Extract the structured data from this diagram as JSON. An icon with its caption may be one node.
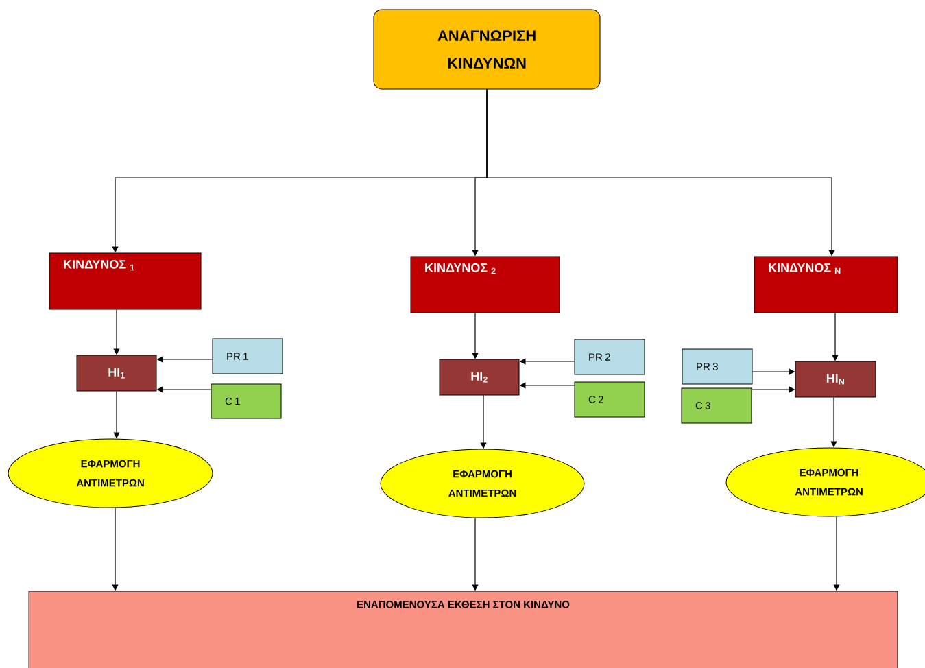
{
  "diagram": {
    "nodes": [
      {
        "text": [
          "ΑΝΑΓΝΩΡΙΣΗ ΚΙΝΔΥΝΩΝ"
        ]
      },
      {
        "text": [
          "ΚΙΝΔΥΝΟΣ $_{1}$"
        ]
      },
      {
        "text": [
          "ΚΙΝΔΥΝΟΣ $_{2}$"
        ]
      },
      {
        "text": [
          "ΚΙΝΔΥΝΟΣ $_{N}$"
        ]
      },
      {
        "text": [
          "HI$_{1}$"
        ]
      },
      {
        "text": [
          "PR 1"
        ]
      },
      {
        "text": [
          "C 1"
        ]
      },
      {
        "text": [
          "ΕΦΑΡΜΟΓΗ ΑΝΤΙΜΕΤΡΩΝ"
        ]
      },
      {
        "text": [
          "HI$_{2}$"
        ]
      },
      {
        "text": [
          "PR 2"
        ]
      },
      {
        "text": [
          "C 2"
        ]
      },
      {
        "text": [
          "ΕΦΑΡΜΟΓΗ ΑΝΤΙΜΕΤΡΩΝ"
        ]
      },
      {
        "text": [
          "PR 3"
        ]
      },
      {
        "text": [
          "C 3"
        ]
      },
      {
        "text": [
          "HI$_{N}$"
        ]
      },
      {
        "text": [
          "ΕΦΑΡΜΟΓΗ ΑΝΤΙΜΕΤΡΩΝ"
        ]
      },
      {
        "text": [
          "ΕΝΑΠΟΜΕΝΟΥΣΑ ΕΚΘΕΣΗ ΣΤΟΝ ΚΙΝΔΥΝΟ"
        ]
      }
    ],
    "edges": [
      {
        "from": 0,
        "to": 1,
        "arrow": "to"
      },
      {
        "from": 0,
        "to": 2,
        "arrow": "to"
      },
      {
        "from": 0,
        "to": 3,
        "arrow": "to"
      },
      {
        "from": 1,
        "to": 4,
        "arrow": "to"
      },
      {
        "from": 5,
        "to": 4,
        "arrow": "to"
      },
      {
        "from": 6,
        "to": 4,
        "arrow": "to"
      },
      {
        "from": 4,
        "to": 7,
        "arrow": "to"
      },
      {
        "from": 2,
        "to": 8,
        "arrow": "to"
      },
      {
        "from": 9,
        "to": 8,
        "arrow": "to"
      },
      {
        "from": 10,
        "to": 8,
        "arrow": "to"
      },
      {
        "from": 8,
        "to": 11,
        "arrow": "to"
      },
      {
        "from": 12,
        "to": 14,
        "arrow": "to"
      },
      {
        "from": 13,
        "to": 14,
        "arrow": "to"
      },
      {
        "from": 3,
        "to": 14,
        "arrow": "to"
      },
      {
        "from": 14,
        "to": 15,
        "arrow": "to"
      },
      {
        "from": 7,
        "to": 16,
        "arrow": "to"
      },
      {
        "from": 11,
        "to": 16,
        "arrow": "to"
      },
      {
        "from": 15,
        "to": 16,
        "arrow": "to"
      }
    ]
  }
}
